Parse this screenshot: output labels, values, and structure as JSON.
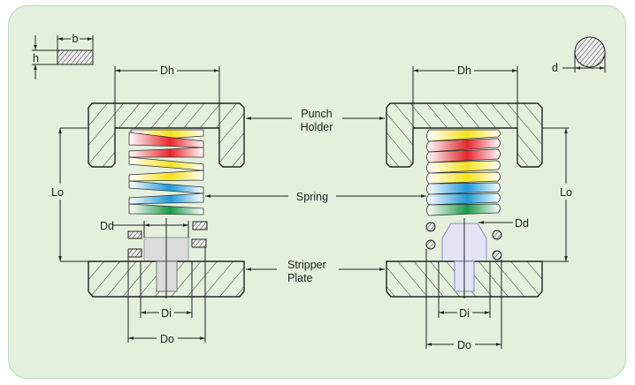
{
  "symbols": {
    "b": "b",
    "h": "h",
    "d": "d"
  },
  "labels": {
    "punch_holder": [
      "Punch",
      "Holder"
    ],
    "spring": "Spring",
    "stripper_plate": [
      "Stripper",
      "Plate"
    ]
  },
  "dimensions": {
    "Dh": "Dh",
    "Lo": "Lo",
    "Dd": "Dd",
    "Di": "Di",
    "Do": "Do"
  },
  "colors": {
    "background": "#e4f0dc",
    "border": "#b9dcc0",
    "coil_red": "#e8242a",
    "coil_yellow": "#f6e21a",
    "coil_blue": "#1e9ad8",
    "coil_green": "#1a9a4a"
  }
}
